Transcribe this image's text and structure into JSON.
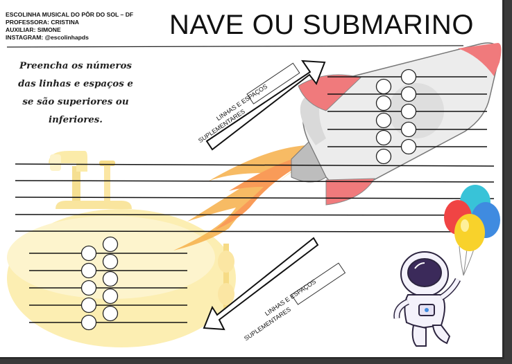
{
  "header": {
    "school": "ESCOLINHA MUSICAL DO PÔR DO SOL – DF",
    "teacher": "PROFESSORA: CRISTINA",
    "assistant": "AUXILIAR: SIMONE",
    "instagram": "INSTAGRAM: @escolinhapds"
  },
  "title": "NAVE OU SUBMARINO",
  "instruction": "Preencha os números das linhas e espaços e se são superiores ou inferiores.",
  "upper_arrow": {
    "line1": "LINHAS E ESPAÇOS",
    "line2": "SUPLEMENTARES"
  },
  "lower_arrow": {
    "line1": "LINHAS E ESPAÇOS",
    "line2": "SUPLEMENTARES"
  },
  "colors": {
    "rocket_body": "#e9e9e9",
    "rocket_red": "#f07a7c",
    "flame": "#f6b04a",
    "submarine": "#fbeaa0",
    "balloon_red": "#f04444",
    "balloon_yellow": "#f8d22b",
    "balloon_blue": "#3f8be0",
    "balloon_teal": "#38c3d8",
    "astronaut_suit": "#f4f2fb",
    "astronaut_visor": "#3b2a5a"
  },
  "icons": [
    "rocket-icon",
    "submarine-icon",
    "balloons-icon",
    "astronaut-icon",
    "arrow-icon"
  ]
}
